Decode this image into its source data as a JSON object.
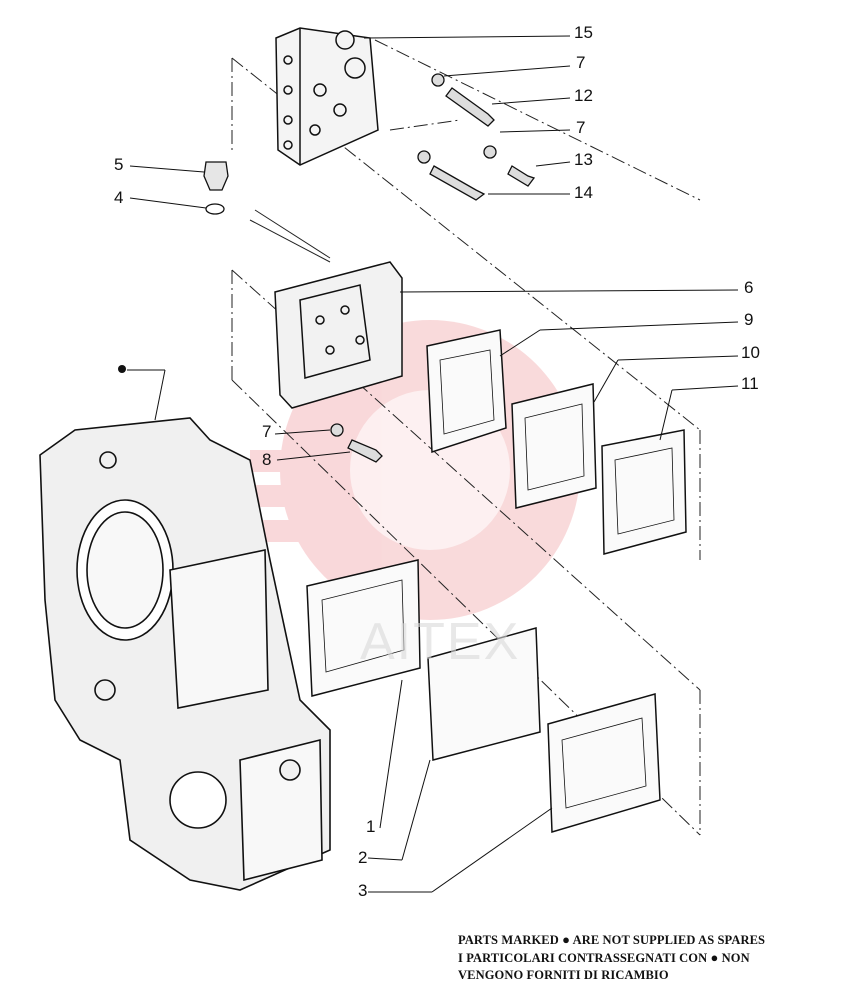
{
  "callouts": {
    "c1": "1",
    "c2": "2",
    "c3": "3",
    "c4": "4",
    "c5": "5",
    "c6": "6",
    "c7a": "7",
    "c7b": "7",
    "c7c": "7",
    "c8": "8",
    "c9": "9",
    "c10": "10",
    "c11": "11",
    "c12": "12",
    "c13": "13",
    "c14": "14",
    "c15": "15"
  },
  "marker": "●",
  "note": {
    "line1_a": "PARTS MARKED",
    "line1_b": "ARE NOT SUPPLIED AS SPARES",
    "line2_a": "I PARTICOLARI CONTRASSEGNATI CON",
    "line2_b": "NON",
    "line3": "VENGONO FORNITI DI RICAMBIO"
  },
  "watermark": "AITEX"
}
